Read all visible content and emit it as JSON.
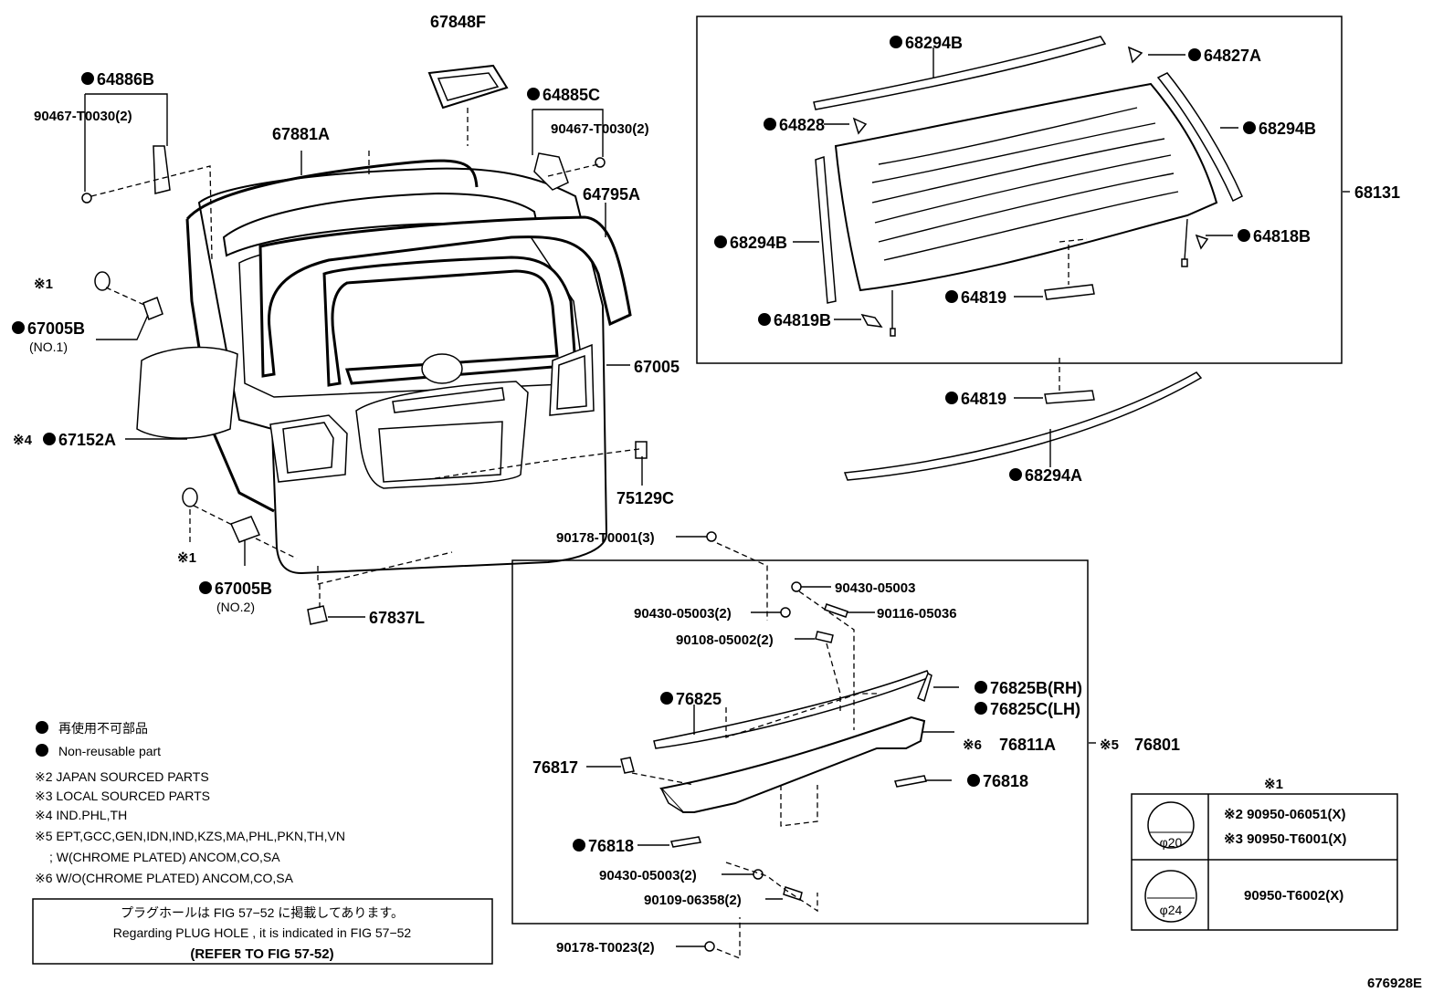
{
  "colors": {
    "ink": "#000000",
    "paper": "#ffffff"
  },
  "labels": {
    "p67848F": "67848F",
    "p64886B": "64886B",
    "p90467_left": "90467-T0030(2)",
    "p64885C": "64885C",
    "p90467_right": "90467-T0030(2)",
    "p67881A": "67881A",
    "p64795A": "64795A",
    "p67005": "67005",
    "p67005B_1": "67005B",
    "p67005B_1_sub": "(NO.1)",
    "p67152A": "67152A",
    "p67152A_mark": "※4",
    "p1_top": "※1",
    "p1_bottom": "※1",
    "p75129C": "75129C",
    "p67005B_2": "67005B",
    "p67005B_2_sub": "(NO.2)",
    "p67837L": "67837L",
    "p68294B_top": "68294B",
    "p64827A": "64827A",
    "p64828": "64828",
    "p68294B_right": "68294B",
    "p68131": "68131",
    "p68294B_left": "68294B",
    "p64818B": "64818B",
    "p64819_a": "64819",
    "p64819B": "64819B",
    "p64819_b": "64819",
    "p68294A": "68294A",
    "p90178_T0001": "90178-T0001(3)",
    "p90430_05003_a": "90430-05003",
    "p90430_05003_b": "90430-05003(2)",
    "p90116_05036": "90116-05036",
    "p90108_05002": "90108-05002(2)",
    "p76825": "76825",
    "p76825B": "76825B(RH)",
    "p76825C": "76825C(LH)",
    "p76811A": "76811A",
    "p76811A_mark": "※6",
    "p76801": "76801",
    "p76801_mark": "※5",
    "p76817": "76817",
    "p76818_right": "76818",
    "p76818_left": "76818",
    "p90430_05003_c": "90430-05003(2)",
    "p90109_06358": "90109-06358(2)",
    "p90178_T0023": "90178-T0023(2)"
  },
  "legend": {
    "line1": "再使用不可部品",
    "line2": "Non-reusable part",
    "line3": "※2 JAPAN SOURCED PARTS",
    "line4": "※3 LOCAL SOURCED PARTS",
    "line5": "※4 IND.PHL,TH",
    "line6": "※5 EPT,GCC,GEN,IDN,IND,KZS,MA,PHL,PKN,TH,VN",
    "line7": "; W(CHROME PLATED) ANCOM,CO,SA",
    "line8": "※6 W/O(CHROME PLATED) ANCOM,CO,SA"
  },
  "reference_box": {
    "line1": "プラグホールは FIG 57−52 に掲載してあります。",
    "line2": "Regarding PLUG HOLE , it is indicated in FIG 57−52",
    "line3": "(REFER TO FIG 57-52)"
  },
  "plug_table": {
    "title": "※1",
    "row1_dia": "φ20",
    "row1_part_a": "※2 90950-06051(X)",
    "row1_part_b": "※3 90950-T6001(X)",
    "row2_dia": "φ24",
    "row2_part": "90950-T6002(X)"
  },
  "figure_id": "676928E"
}
